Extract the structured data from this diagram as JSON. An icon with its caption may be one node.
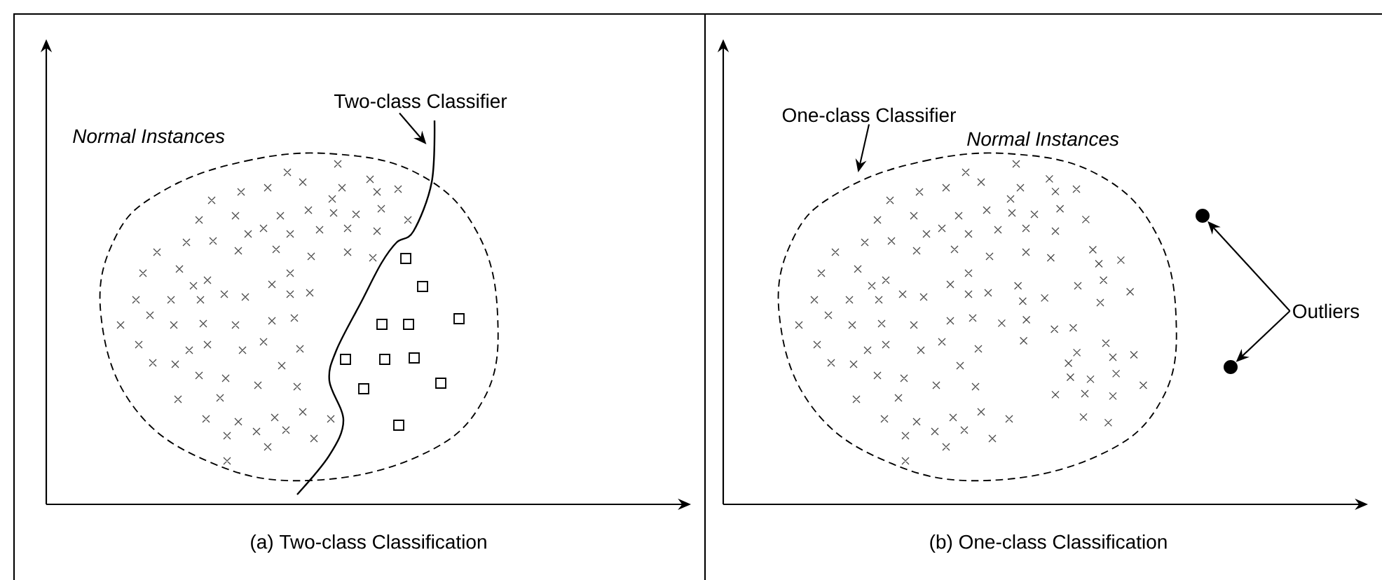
{
  "diagram": {
    "nodes": [
      {
        "text": [
          "Two-class Classifier"
        ]
      },
      {
        "text": [],
        "shape": "curve"
      },
      {
        "text": [],
        "shape": "ellipse",
        "beside": [
          "Normal Instances"
        ]
      },
      {
        "text": [
          "One-class Classifier"
        ]
      },
      {
        "text": [],
        "shape": "ellipse",
        "beside": [
          "Normal Instances"
        ]
      },
      {
        "text": [
          "Outliers"
        ]
      },
      {
        "text": [],
        "shape": "circle"
      },
      {
        "text": [],
        "shape": "circle"
      }
    ],
    "edges": [
      {
        "from": 0,
        "to": 1,
        "arrow": "to"
      },
      {
        "from": 3,
        "to": 4,
        "arrow": "to"
      },
      {
        "from": 5,
        "to": 6,
        "arrow": "to"
      },
      {
        "from": 5,
        "to": 7,
        "arrow": "to"
      }
    ],
    "labels": [
      "(a) Two-class Classification",
      "(b) One-class Classification"
    ]
  }
}
